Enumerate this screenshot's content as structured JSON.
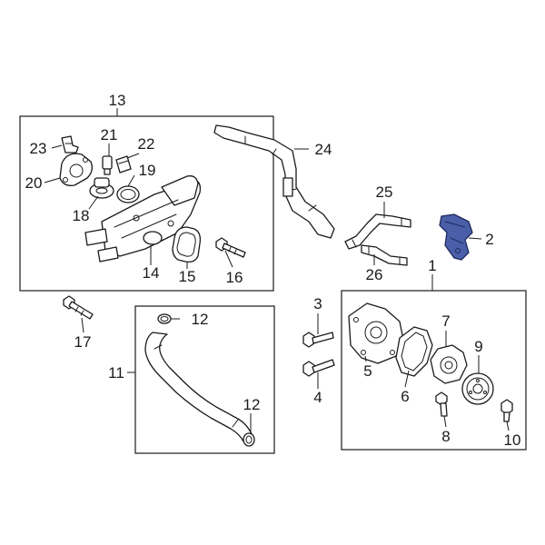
{
  "diagram": {
    "callouts": {
      "c1": "1",
      "c2": "2",
      "c3": "3",
      "c4": "4",
      "c5": "5",
      "c6": "6",
      "c7": "7",
      "c8": "8",
      "c9": "9",
      "c10": "10",
      "c11": "11",
      "c12a": "12",
      "c12b": "12",
      "c13": "13",
      "c14": "14",
      "c15": "15",
      "c16": "16",
      "c17": "17",
      "c18": "18",
      "c19": "19",
      "c20": "20",
      "c21": "21",
      "c22": "22",
      "c23": "23",
      "c24": "24",
      "c25": "25",
      "c26": "26"
    },
    "highlight_color": "#4a5fa8",
    "line_color": "#1a1a1a"
  }
}
